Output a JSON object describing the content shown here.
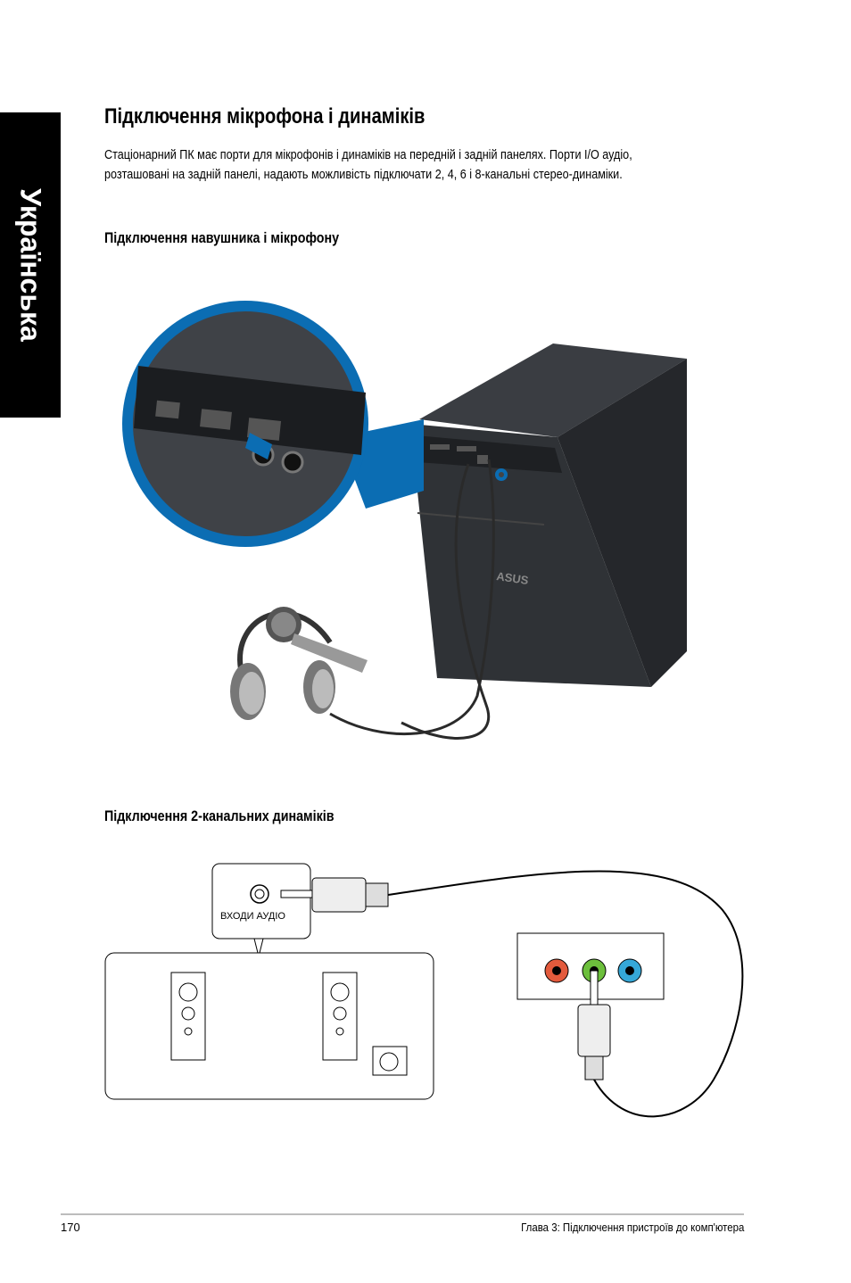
{
  "side_tab": {
    "label": "Українська"
  },
  "title": "Підключення мікрофона і динаміків",
  "intro": {
    "line1": "Стаціонарний ПК має порти для мікрофонів і динаміків на передній і задній панелях. Порти I/O аудіо,",
    "line2": "розташовані на задній панелі, надають можливість підключати 2, 4, 6 і 8-канальні стерео-динаміки."
  },
  "section1": {
    "heading": "Підключення навушника і мікрофону"
  },
  "section2": {
    "heading": "Підключення 2-канальних динаміків",
    "audio_input_label": "ВХОДИ АУДІО"
  },
  "figure1": {
    "brand_logo": "ASUS"
  },
  "footer": {
    "page_number": "170",
    "chapter": "Глава 3: Підключення пристроїв до комп'ютера"
  },
  "colors": {
    "accent_blue": "#0b6db3",
    "port_red": "#e35a3c",
    "port_green": "#6cbf3c",
    "port_blue": "#35a8d8"
  }
}
